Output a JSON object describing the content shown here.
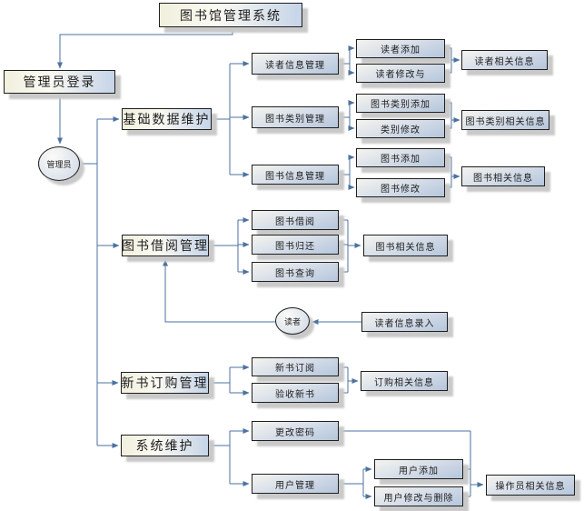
{
  "diagram_title": "图书馆管理系统",
  "colors": {
    "connector": "#4c72a0",
    "box_border": "#1f1f1f",
    "shadow": "#c9c9c9",
    "big_box_gradient": [
      "#f1efdd",
      "#fbfaf2",
      "#c5d4e8"
    ],
    "small_box_gradient": [
      "#f4f4ef",
      "#d5dde8",
      "#b5c6dc"
    ]
  },
  "nodes": {
    "system": {
      "label": "图书馆管理系统"
    },
    "admin_login": {
      "label": "管理员登录"
    },
    "admin_circle": {
      "label": "管理员"
    },
    "base_data": {
      "label": "基础数据维护"
    },
    "reader_info_mgmt": {
      "label": "读者信息管理"
    },
    "reader_add": {
      "label": "读者添加"
    },
    "reader_modify": {
      "label": "读者修改与"
    },
    "reader_related": {
      "label": "读者相关信息"
    },
    "book_cat_mgmt": {
      "label": "图书类别管理"
    },
    "book_cat_add": {
      "label": "图书类别添加"
    },
    "cat_modify": {
      "label": "类别修改"
    },
    "book_cat_related": {
      "label": "图书类别相关信息"
    },
    "book_info_mgmt": {
      "label": "图书信息管理"
    },
    "book_add": {
      "label": "图书添加"
    },
    "book_modify": {
      "label": "图书修改"
    },
    "book_related": {
      "label": "图书相关信息"
    },
    "borrow_mgmt": {
      "label": "图书借阅管理"
    },
    "book_borrow": {
      "label": "图书借阅"
    },
    "book_return": {
      "label": "图书归还"
    },
    "book_query": {
      "label": "图书查询"
    },
    "borrow_related": {
      "label": "图书相关信息"
    },
    "reader_circle": {
      "label": "读者"
    },
    "reader_entry": {
      "label": "读者信息录入"
    },
    "new_book_mgmt": {
      "label": "新书订购管理"
    },
    "new_book_sub": {
      "label": "新书订阅"
    },
    "accept_new": {
      "label": "验收新书"
    },
    "order_related": {
      "label": "订购相关信息"
    },
    "sys_maint": {
      "label": "系统维护"
    },
    "change_pwd": {
      "label": "更改密码"
    },
    "user_mgmt": {
      "label": "用户管理"
    },
    "user_add": {
      "label": "用户添加"
    },
    "user_mod_del": {
      "label": "用户修改与删除"
    },
    "operator_related": {
      "label": "操作员相关信息"
    }
  }
}
